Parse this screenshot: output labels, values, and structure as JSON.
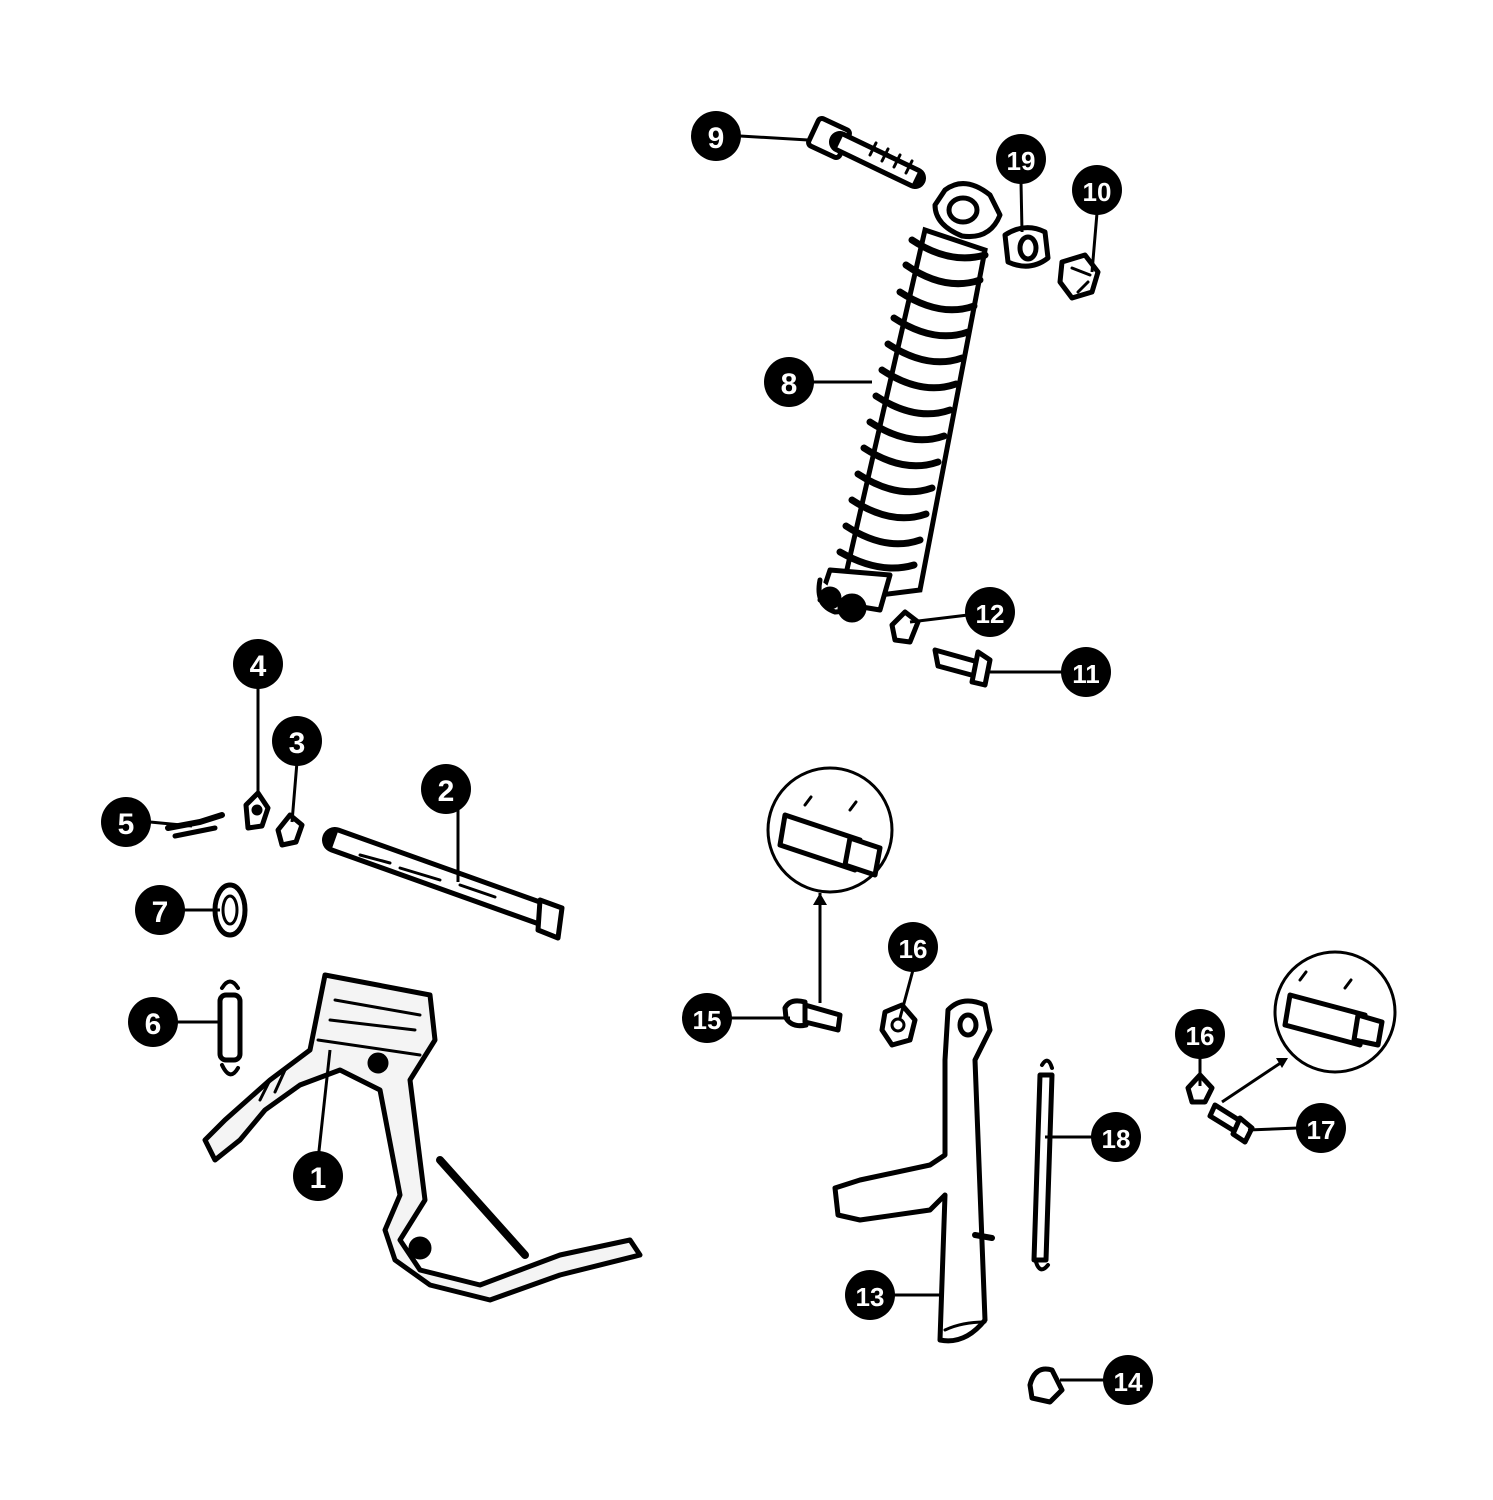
{
  "callouts": [
    {
      "id": "c1",
      "label": "1"
    },
    {
      "id": "c2",
      "label": "2"
    },
    {
      "id": "c3",
      "label": "3"
    },
    {
      "id": "c4",
      "label": "4"
    },
    {
      "id": "c5",
      "label": "5"
    },
    {
      "id": "c6",
      "label": "6"
    },
    {
      "id": "c7",
      "label": "7"
    },
    {
      "id": "c8",
      "label": "8"
    },
    {
      "id": "c9",
      "label": "9"
    },
    {
      "id": "c10",
      "label": "10"
    },
    {
      "id": "c11",
      "label": "11"
    },
    {
      "id": "c12",
      "label": "12"
    },
    {
      "id": "c13",
      "label": "13"
    },
    {
      "id": "c14",
      "label": "14"
    },
    {
      "id": "c15",
      "label": "15"
    },
    {
      "id": "c16a",
      "label": "16"
    },
    {
      "id": "c16b",
      "label": "16"
    },
    {
      "id": "c17",
      "label": "17"
    },
    {
      "id": "c18",
      "label": "18"
    },
    {
      "id": "c19",
      "label": "19"
    }
  ]
}
